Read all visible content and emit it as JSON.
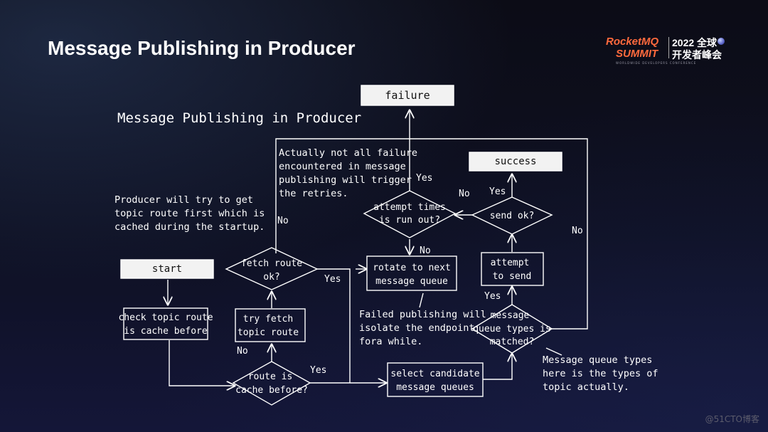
{
  "slide_title": "Message Publishing in Producer",
  "logo": {
    "brand": "RocketMQ",
    "summit": "SUMMIT",
    "year": "2022 全球",
    "event_cn": "开发者峰会",
    "subtitle": "WORLDWIDE DEVELOPERS CONFERENCE",
    "accent_color": "#ff6a3d"
  },
  "diagram": {
    "heading": "Message Publishing in Producer",
    "nodes": {
      "failure": "failure",
      "success": "success",
      "start": "start",
      "check_cache": [
        "check topic route",
        "is cache before"
      ],
      "try_fetch": [
        "try fetch",
        "topic route"
      ],
      "route_cached": [
        "route is",
        "cache before?"
      ],
      "fetch_ok": [
        "fetch route",
        "ok?"
      ],
      "attempt_run_out": [
        "attempt times",
        "is run out?"
      ],
      "rotate_queue": [
        "rotate to next",
        "message queue"
      ],
      "select_queues": [
        "select candidate",
        "message queues"
      ],
      "attempt_send": [
        "attempt",
        "to send"
      ],
      "send_ok": "send ok?",
      "types_matched": [
        "message",
        "queue types is",
        "matched?"
      ]
    },
    "edge_labels": {
      "fetch_ok_no": "No",
      "fetch_ok_yes": "Yes",
      "route_cached_no": "No",
      "route_cached_yes": "Yes",
      "run_out_yes": "Yes",
      "run_out_no": "No",
      "send_ok_no": "No",
      "send_ok_yes": "Yes",
      "matched_yes": "Yes",
      "matched_no": "No"
    },
    "notes": {
      "route_note": [
        "Producer will try to get",
        "topic route first which is",
        "cached during the startup."
      ],
      "retry_note": [
        "Actually not all failure",
        "encountered in message",
        "publishing will trigger",
        "the retries."
      ],
      "isolate_note": [
        "Failed publishing will",
        "isolate the endpoint",
        "fora while."
      ],
      "types_note": [
        "Message queue types",
        "here is the types of",
        "topic actually."
      ]
    }
  },
  "watermark": "@51CTO博客"
}
